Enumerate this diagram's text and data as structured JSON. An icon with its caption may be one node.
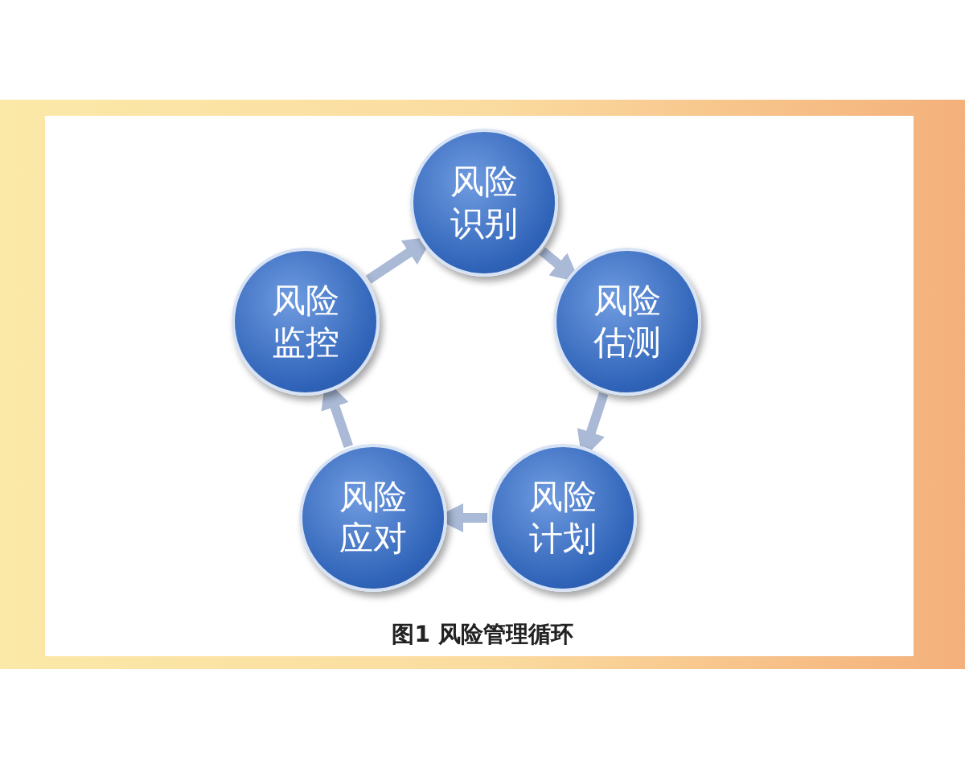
{
  "diagram": {
    "caption": "图1 风险管理循环",
    "nodes": [
      {
        "text": [
          "风险识别"
        ]
      },
      {
        "text": [
          "风险估测"
        ]
      },
      {
        "text": [
          "风险计划"
        ]
      },
      {
        "text": [
          "风险应对"
        ]
      },
      {
        "text": [
          "风险监控"
        ]
      }
    ],
    "edges": [
      {
        "from": 0,
        "to": 1,
        "arrow": "to"
      },
      {
        "from": 1,
        "to": 2,
        "arrow": "to"
      },
      {
        "from": 2,
        "to": 3,
        "arrow": "to"
      },
      {
        "from": 3,
        "to": 4,
        "arrow": "to"
      },
      {
        "from": 4,
        "to": 0,
        "arrow": "to"
      }
    ]
  }
}
